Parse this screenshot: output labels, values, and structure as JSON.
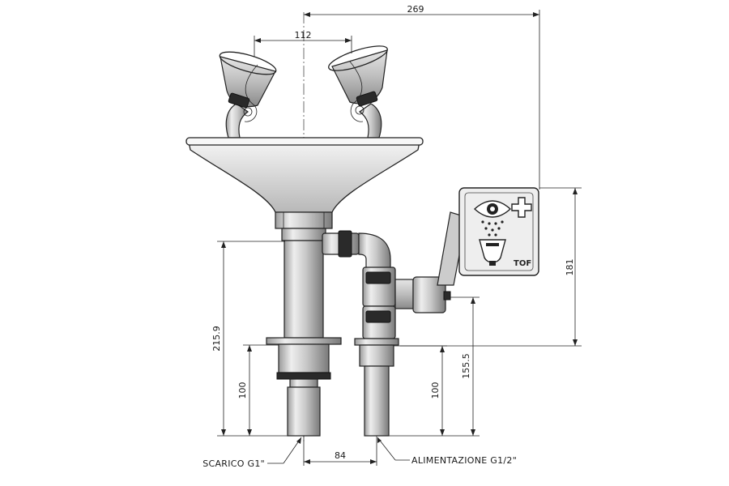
{
  "dimensions": {
    "overall_width": "269",
    "head_spacing": "112",
    "sign_height": "181",
    "waste_height": "215.9",
    "waste_pipe_length": "100",
    "supply_pipe_length": "100",
    "supply_height": "155.5",
    "pipe_spacing": "84"
  },
  "labels": {
    "waste_outlet": "SCARICO G1\"",
    "water_supply": "ALIMENTAZIONE G1/2\""
  },
  "sign": {
    "brand": "TOF"
  }
}
